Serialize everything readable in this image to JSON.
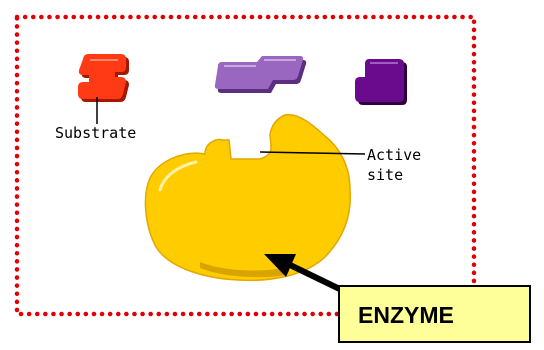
{
  "diagram": {
    "labels": {
      "substrate": "Substrate",
      "active_site_line1": "Active",
      "active_site_line2": "site",
      "enzyme": "ENZYME"
    },
    "colors": {
      "frame_dots": "#e00000",
      "substrate_red": "#ff3a14",
      "substrate_red_dark": "#a31800",
      "molecule_purple": "#9966c0",
      "molecule_purple_dark": "#5a2f80",
      "molecule_dark_purple": "#6a0a8c",
      "enzyme_yellow": "#ffcc00",
      "enzyme_shadow": "#d9a400",
      "label_box": "#ffff99",
      "line": "#000000"
    },
    "icons": [
      "substrate-molecule",
      "purple-molecule",
      "dark-purple-molecule",
      "enzyme-blob",
      "pointer-arrow"
    ]
  }
}
